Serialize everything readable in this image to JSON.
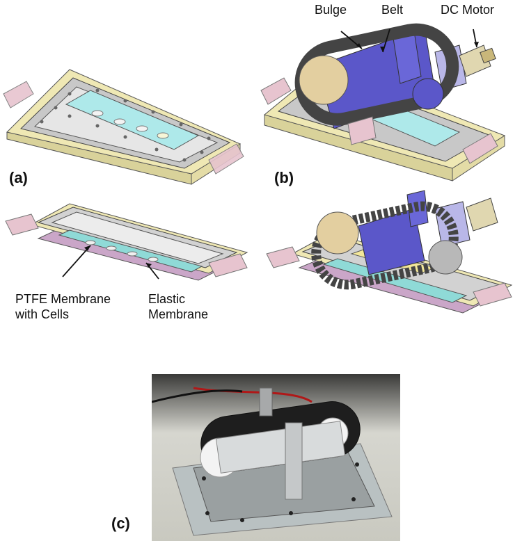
{
  "labels": {
    "bulge": "Bulge",
    "belt": "Belt",
    "dc_motor": "DC Motor",
    "ptfe_line1": "PTFE Membrane",
    "ptfe_line2": "with Cells",
    "elastic_line1": "Elastic",
    "elastic_line2": "Membrane"
  },
  "panel_labels": {
    "a": "(a)",
    "b": "(b)",
    "c": "(c)"
  },
  "colors": {
    "base_yellow": "#efe8b4",
    "frame_gray": "#c8c8c8",
    "window_cyan": "#aee9ea",
    "bracket_purple": "#5b57c9",
    "belt_dark": "#444444",
    "clamp_pink": "#e7c4cf",
    "bottom_pink": "#caa6c8"
  }
}
